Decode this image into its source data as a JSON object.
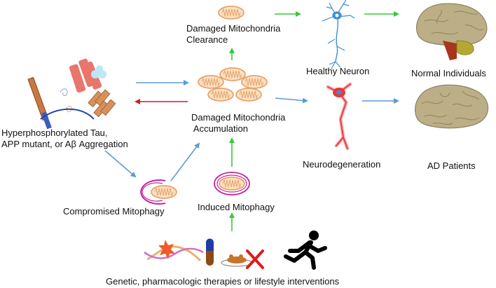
{
  "labels": {
    "damaged_clearance": "Damaged Mitochondria\nClearance",
    "healthy_neuron": "Healthy Neuron",
    "normal_individuals": "Normal Individuals",
    "damaged_accumulation": "Damaged Mitochondria\n Accumulation",
    "tau_app": "Hyperphosphorylated Tau,\nAPP mutant, or Aβ Aggregation",
    "neurodegeneration": "Neurodegeneration",
    "ad_patients": "AD Patients",
    "compromised_mitophagy": "Compromised Mitophagy",
    "induced_mitophagy": "Induced Mitophagy",
    "interventions": "Genetic, pharmacologic therapies or lifestyle interventions"
  },
  "icons": [
    "mitochondrion-icon",
    "healthy-neuron-icon",
    "degenerating-neuron-icon",
    "normal-brain-icon",
    "ad-brain-icon",
    "tau-app-aggregation-icon",
    "autophagosome-icon",
    "dna-gene-therapy-icon",
    "pill-icon",
    "food-plate-icon",
    "cross-out-icon",
    "runner-icon"
  ],
  "colors": {
    "mito_fill": "#fbe0c2",
    "mito_outline": "#e7a46c",
    "green_arrow": "#3cc63c",
    "blue_arrow": "#5b9bd5",
    "red_arrow": "#cc1f1f",
    "neuron_healthy": "#3c8fd0",
    "neuron_damaged": "#e8363d",
    "phagophore": "#c3299c",
    "cross": "#e01b1b",
    "brain": "#bcae86"
  }
}
